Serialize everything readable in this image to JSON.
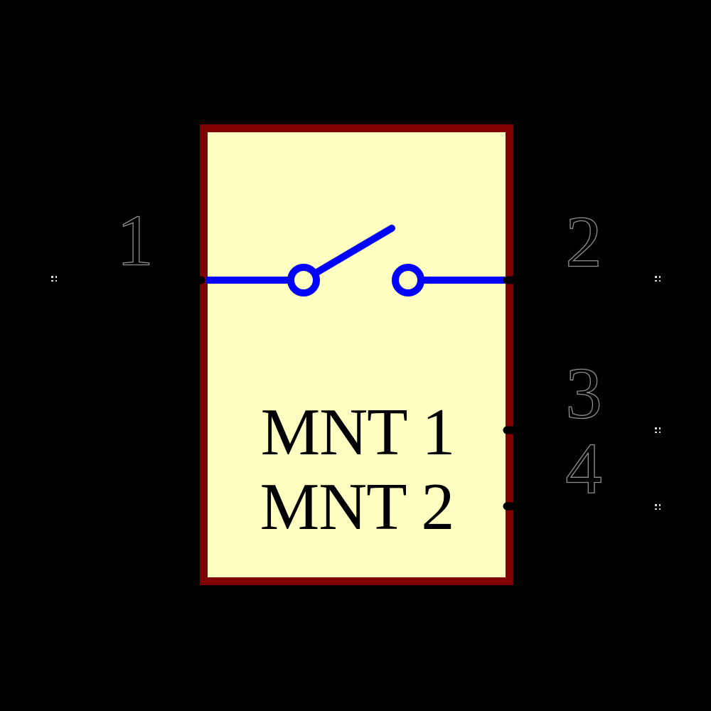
{
  "colors": {
    "background": "#000000",
    "body_fill": "#FFFFC2",
    "body_outline": "#800000",
    "switch_element": "#0000FF",
    "pin_wire": "#000000",
    "pin_number_text": "#000000",
    "pin_number_halo": "#8F8F8F",
    "label_text": "#000000",
    "pin_type_marker": "#D8D8D8"
  },
  "symbol": {
    "labels": [
      "MNT 1",
      "MNT 2"
    ]
  },
  "pins": [
    {
      "number": "1",
      "side": "left"
    },
    {
      "number": "2",
      "side": "right"
    },
    {
      "number": "3",
      "side": "right"
    },
    {
      "number": "4",
      "side": "right"
    }
  ]
}
